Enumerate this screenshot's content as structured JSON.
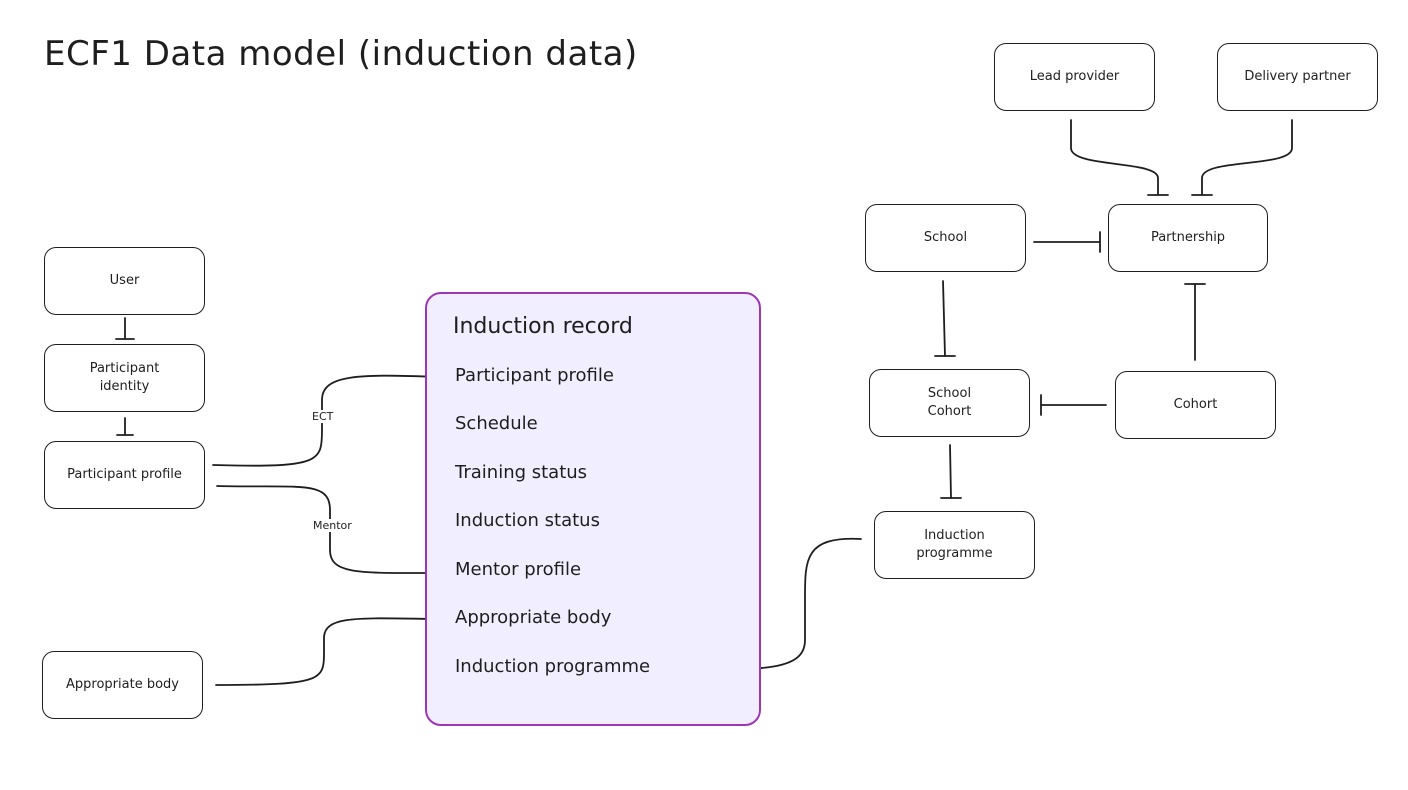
{
  "title": "ECF1 Data model (induction data)",
  "entities": {
    "user": "User",
    "participant_identity": "Participant\nidentity",
    "participant_profile": "Participant profile",
    "appropriate_body": "Appropriate body",
    "lead_provider": "Lead provider",
    "delivery_partner": "Delivery partner",
    "school": "School",
    "partnership": "Partnership",
    "school_cohort": "School\nCohort",
    "cohort": "Cohort",
    "induction_programme": "Induction\nprogramme"
  },
  "induction_record": {
    "title": "Induction record",
    "fields": [
      "Participant profile",
      "Schedule",
      "Training status",
      "Induction status",
      "Mentor profile",
      "Appropriate body",
      "Induction programme"
    ]
  },
  "edge_labels": {
    "ect": "ECT",
    "mentor": "Mentor"
  },
  "colors": {
    "record_border": "#9c36b5",
    "record_fill": "#f1efff",
    "stroke": "#1e1e1e"
  }
}
